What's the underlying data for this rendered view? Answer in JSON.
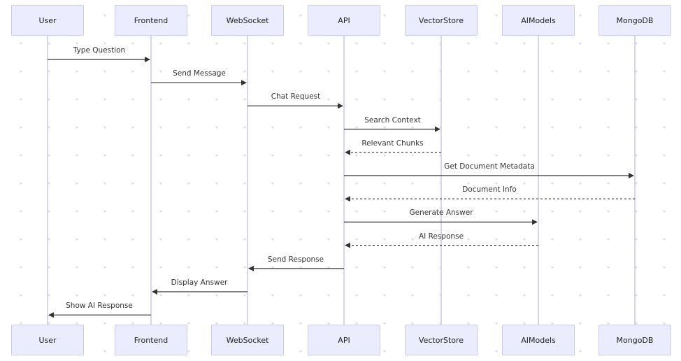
{
  "actors": [
    "User",
    "Frontend",
    "WebSocket",
    "API",
    "VectorStore",
    "AIModels",
    "MongoDB"
  ],
  "messages": [
    {
      "from": 0,
      "to": 1,
      "label": "Type Question",
      "dashed": false
    },
    {
      "from": 1,
      "to": 2,
      "label": "Send Message",
      "dashed": false
    },
    {
      "from": 2,
      "to": 3,
      "label": "Chat Request",
      "dashed": false
    },
    {
      "from": 3,
      "to": 4,
      "label": "Search Context",
      "dashed": false
    },
    {
      "from": 4,
      "to": 3,
      "label": "Relevant Chunks",
      "dashed": true
    },
    {
      "from": 3,
      "to": 6,
      "label": "Get Document Metadata",
      "dashed": false
    },
    {
      "from": 6,
      "to": 3,
      "label": "Document Info",
      "dashed": true
    },
    {
      "from": 3,
      "to": 5,
      "label": "Generate Answer",
      "dashed": false
    },
    {
      "from": 5,
      "to": 3,
      "label": "AI Response",
      "dashed": true
    },
    {
      "from": 3,
      "to": 2,
      "label": "Send Response",
      "dashed": false
    },
    {
      "from": 2,
      "to": 1,
      "label": "Display Answer",
      "dashed": false
    },
    {
      "from": 1,
      "to": 0,
      "label": "Show AI Response",
      "dashed": false
    }
  ],
  "colors": {
    "actor_fill": "#ececff",
    "actor_border": "#c9c9ec",
    "lifeline": "#c9c9ec",
    "arrow": "#333333"
  }
}
